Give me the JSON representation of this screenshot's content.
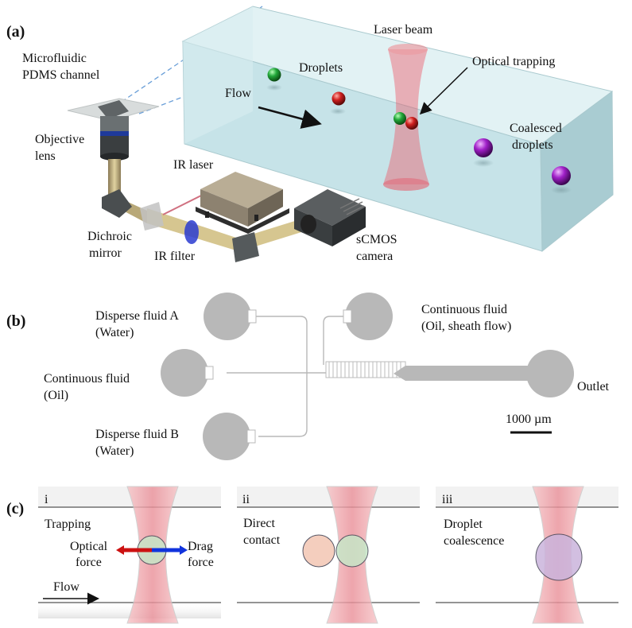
{
  "panel_a": {
    "label": "(a)",
    "labels": {
      "laser_beam": "Laser beam",
      "microfluidic_line1": "Microfluidic",
      "microfluidic_line2": "PDMS channel",
      "droplets": "Droplets",
      "optical_trapping": "Optical trapping",
      "flow": "Flow",
      "objective_line1": "Objective",
      "objective_line2": "lens",
      "coalesced_line1": "Coalesced",
      "coalesced_line2": "droplets",
      "ir_laser": "IR laser",
      "dichroic_line1": "Dichroic",
      "dichroic_line2": "mirror",
      "ir_filter": "IR filter",
      "scmos_line1": "sCMOS",
      "scmos_line2": "camera"
    }
  },
  "panel_b": {
    "label": "(b)",
    "labels": {
      "disperse_a_line1": "Disperse fluid A",
      "disperse_a_line2": "(Water)",
      "continuous_oil_line1": "Continuous fluid",
      "continuous_oil_line2": "(Oil)",
      "disperse_b_line1": "Disperse fluid B",
      "disperse_b_line2": "(Water)",
      "continuous_sheath_line1": "Continuous fluid",
      "continuous_sheath_line2": "(Oil, sheath flow)",
      "outlet": "Outlet",
      "scale_bar": "1000 µm"
    }
  },
  "panel_c": {
    "label": "(c)",
    "subpanels": [
      {
        "numeral": "i",
        "title": "Trapping",
        "optical_line1": "Optical",
        "optical_line2": "force",
        "drag_line1": "Drag",
        "drag_line2": "force",
        "flow": "Flow"
      },
      {
        "numeral": "ii",
        "title_line1": "Direct",
        "title_line2": "contact"
      },
      {
        "numeral": "iii",
        "title_line1": "Droplet",
        "title_line2": "coalescence"
      }
    ]
  },
  "colors": {
    "chip_fill": "#cfe8ec",
    "beam": "#ef4f5e",
    "green_droplet": "#22a83a",
    "red_droplet": "#d0201f",
    "purple_droplet": "#a020c8",
    "optical_force_arrow": "#cc1111",
    "drag_force_arrow": "#1133dd",
    "channel_gray": "#b8b8b8"
  }
}
